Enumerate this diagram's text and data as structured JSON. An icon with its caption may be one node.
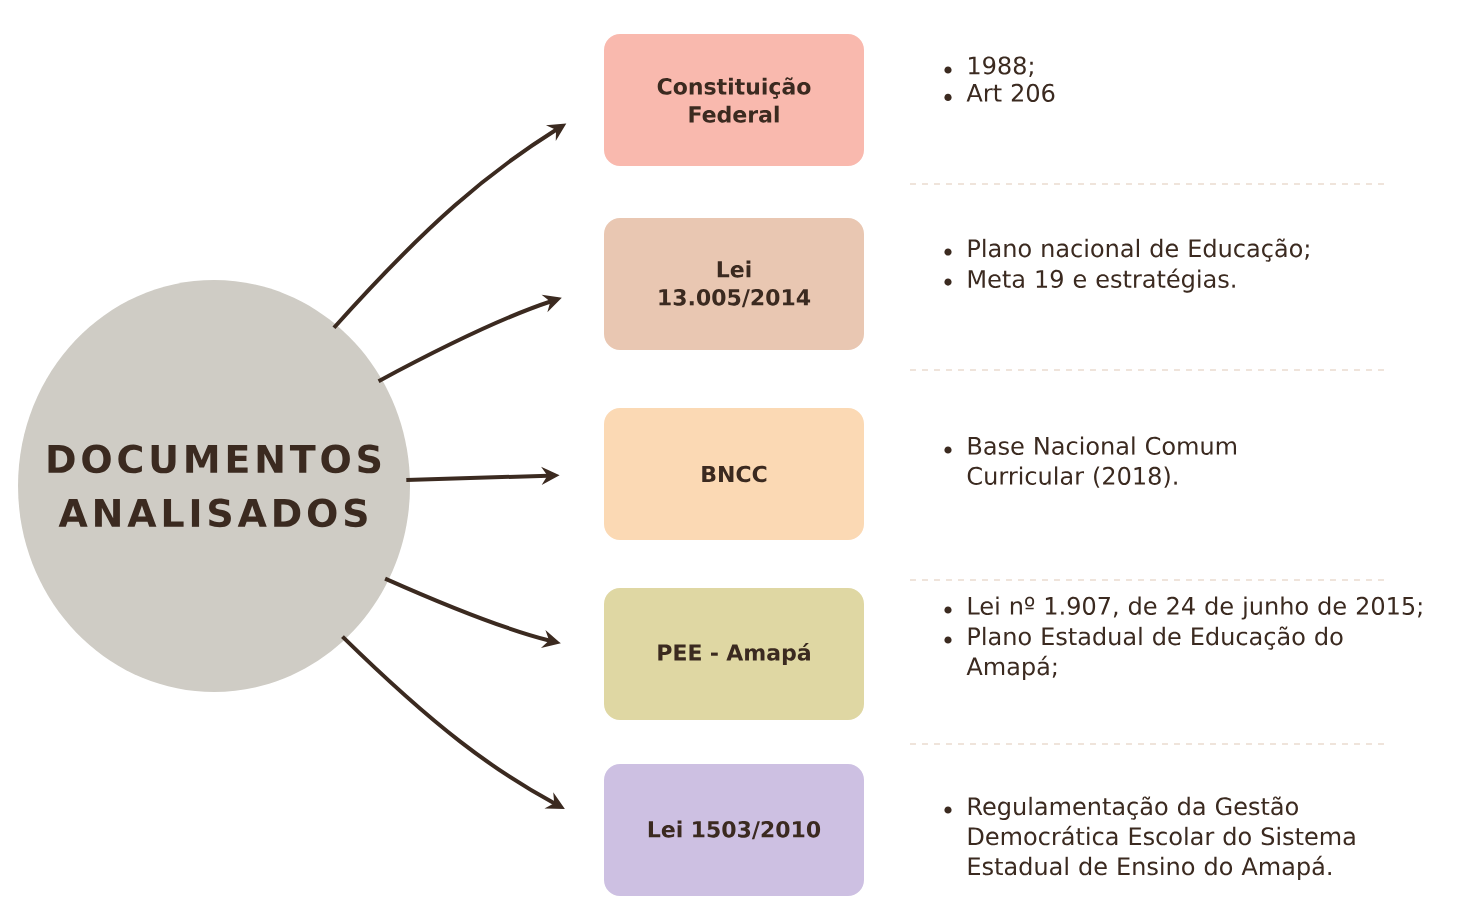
{
  "diagram": {
    "nodes": [
      {
        "text": [
          "DOCUMENTOS ANALISADOS"
        ]
      },
      {
        "text": [
          "Constituição Federal"
        ]
      },
      {
        "text": [
          "Lei 13.005/2014"
        ]
      },
      {
        "text": [
          "BNCC"
        ]
      },
      {
        "text": [
          "PEE - Amapá"
        ]
      },
      {
        "text": [
          "Lei 1503/2010"
        ]
      }
    ],
    "edges": [
      {
        "from": 0,
        "to": 1,
        "arrow": "to"
      },
      {
        "from": 0,
        "to": 2,
        "arrow": "to"
      },
      {
        "from": 0,
        "to": 3,
        "arrow": "to"
      },
      {
        "from": 0,
        "to": 4,
        "arrow": "to"
      },
      {
        "from": 0,
        "to": 5,
        "arrow": "to"
      }
    ],
    "labels": [
      "1988;",
      "Art 206",
      "Plano nacional de Educação;",
      "Meta 19 e estratégias.",
      "Base Nacional Comum Curricular (2018).",
      "Lei nº 1.907, de 24 de junho de 2015;",
      "Plano Estadual de Educação do Amapá;",
      "Regulamentação da Gestão Democrática Escolar do Sistema Estadual de Ensino do Amapá."
    ]
  }
}
